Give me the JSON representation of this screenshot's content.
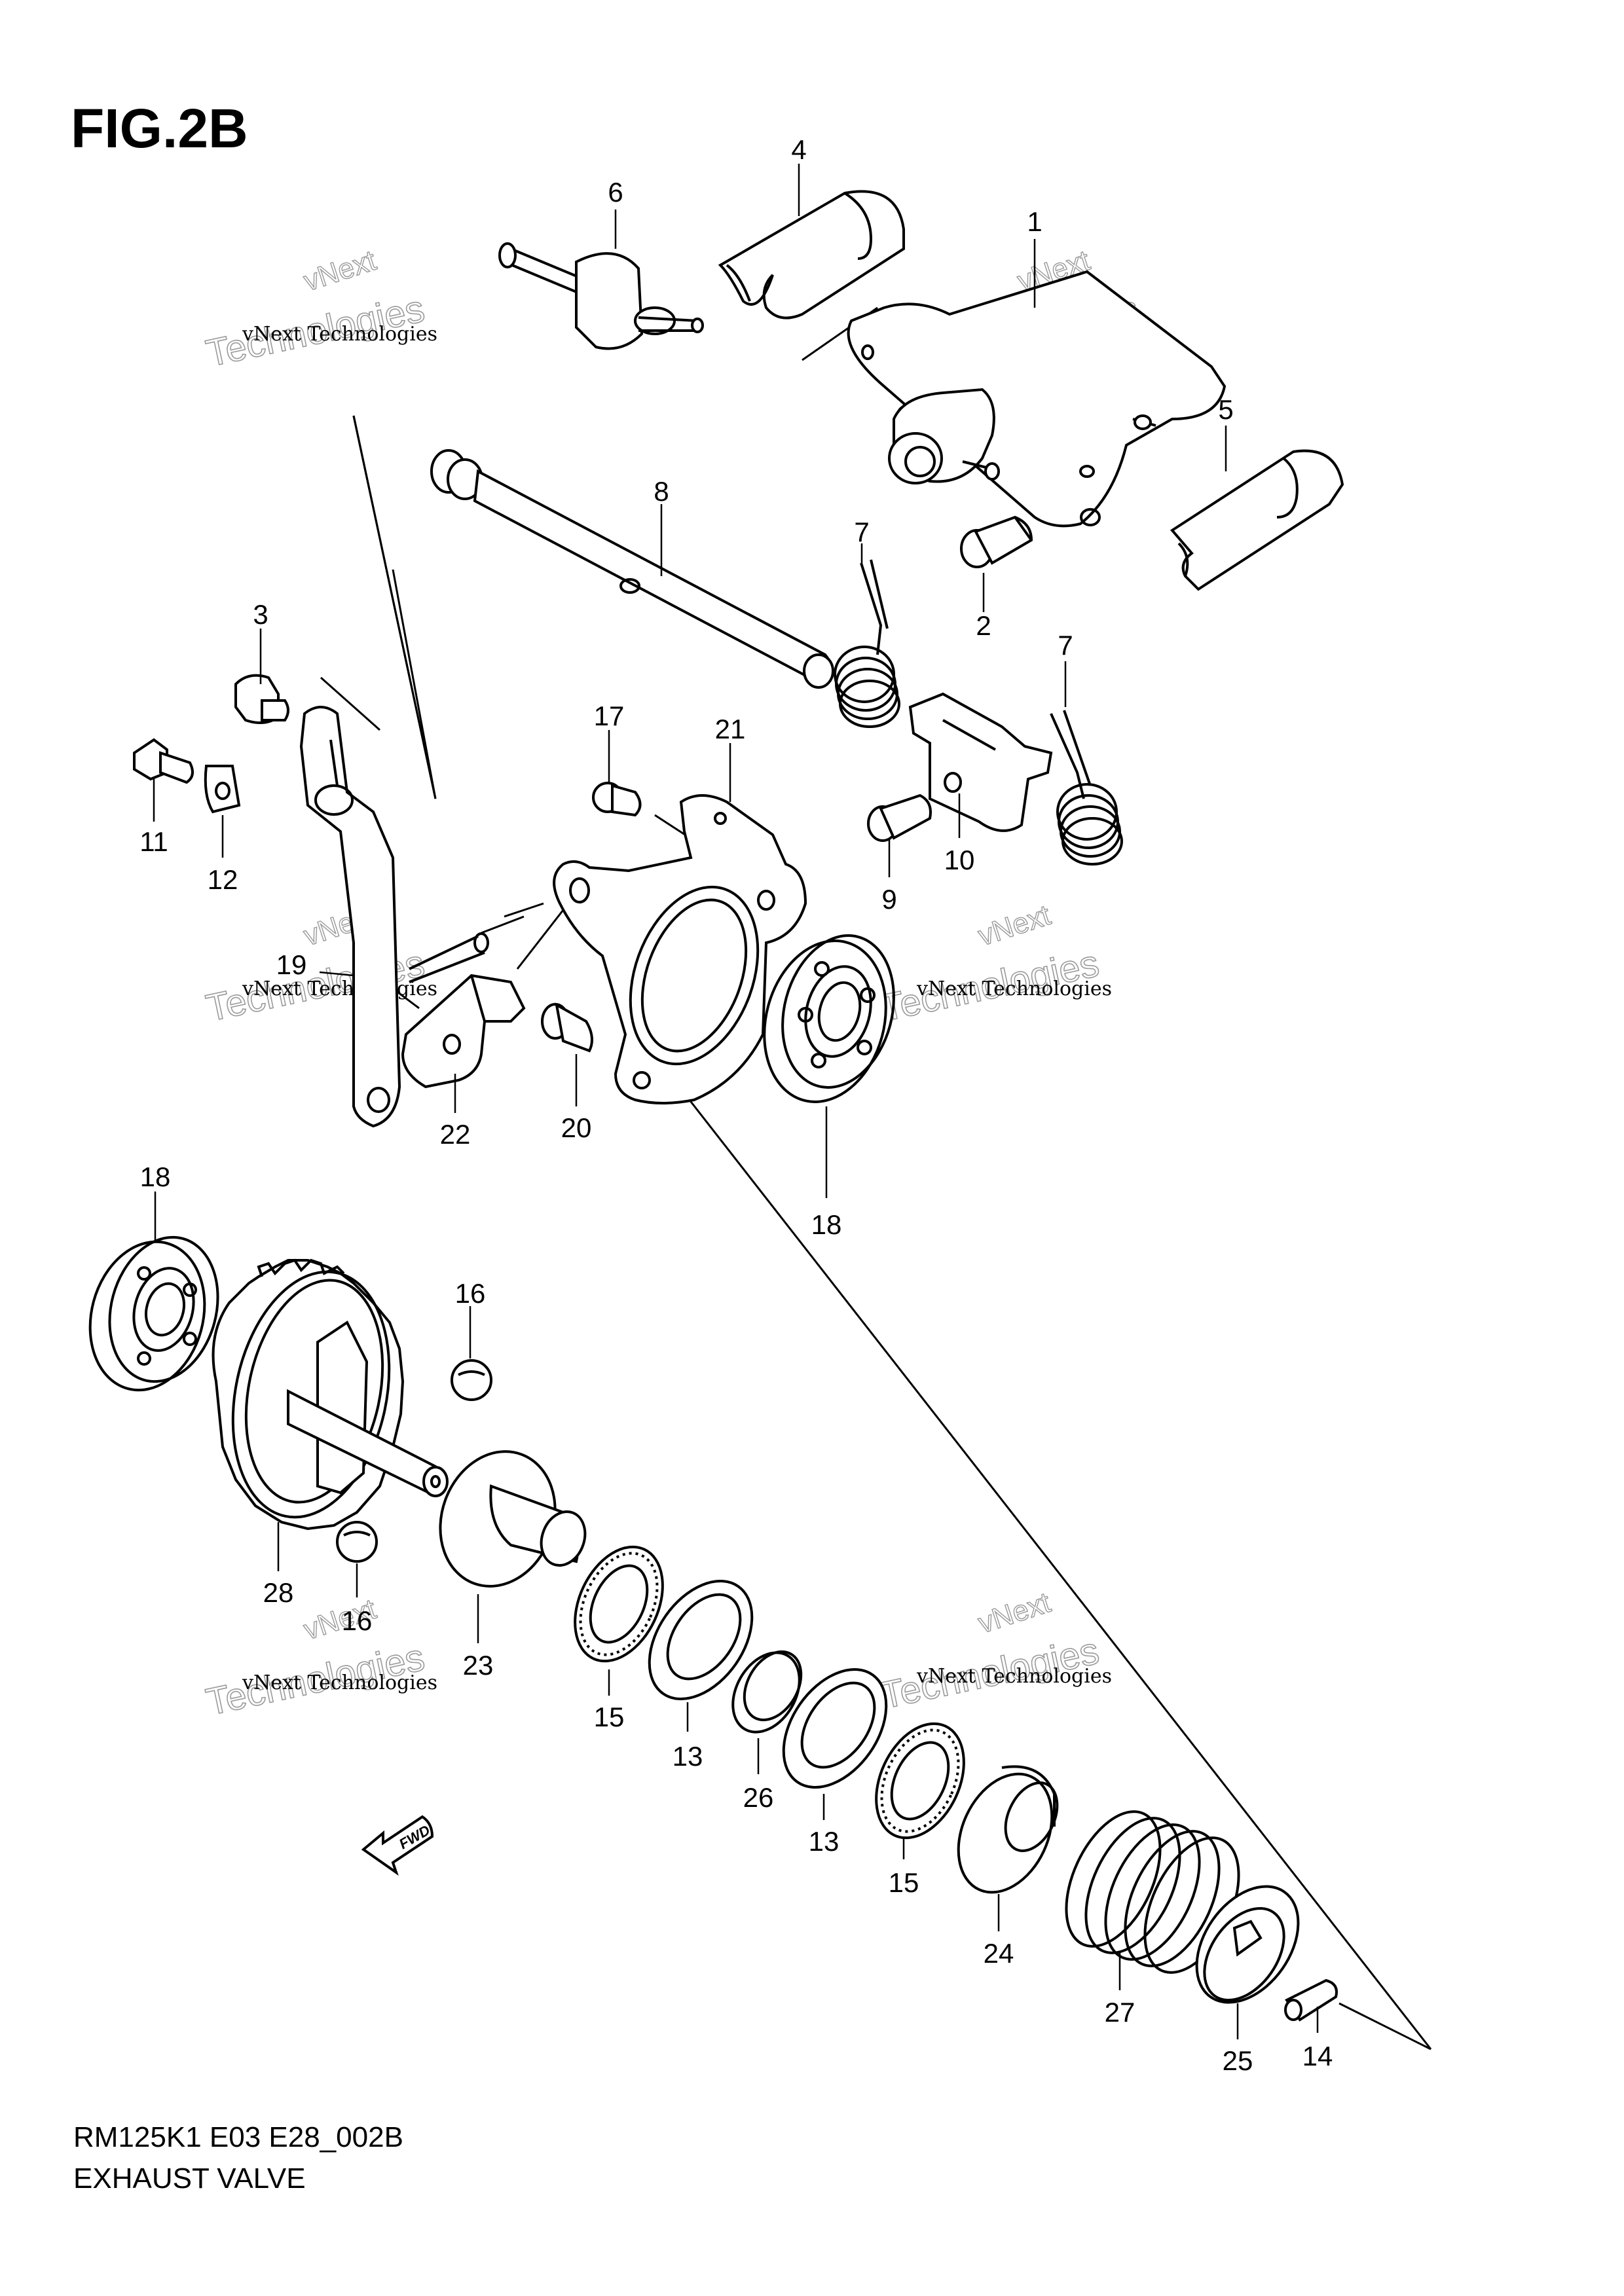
{
  "figure": {
    "title": "FIG.2B",
    "model_code": "RM125K1 E03 E28_002B",
    "name": "EXHAUST VALVE"
  },
  "labels": {
    "p1": "1",
    "p2": "2",
    "p3": "3",
    "p4": "4",
    "p5": "5",
    "p6": "6",
    "p7a": "7",
    "p7b": "7",
    "p8": "8",
    "p9": "9",
    "p10": "10",
    "p11": "11",
    "p12": "12",
    "p13a": "13",
    "p13b": "13",
    "p14": "14",
    "p15a": "15",
    "p15b": "15",
    "p16a": "16",
    "p16b": "16",
    "p17": "17",
    "p18a": "18",
    "p18b": "18",
    "p19": "19",
    "p20": "20",
    "p21": "21",
    "p22": "22",
    "p23": "23",
    "p24": "24",
    "p25": "25",
    "p26": "26",
    "p27": "27",
    "p28": "28"
  },
  "fwd_label": "FWD",
  "watermark": {
    "line1": "vNext Technologies",
    "line2": "Technologies",
    "line3": "vNext"
  }
}
